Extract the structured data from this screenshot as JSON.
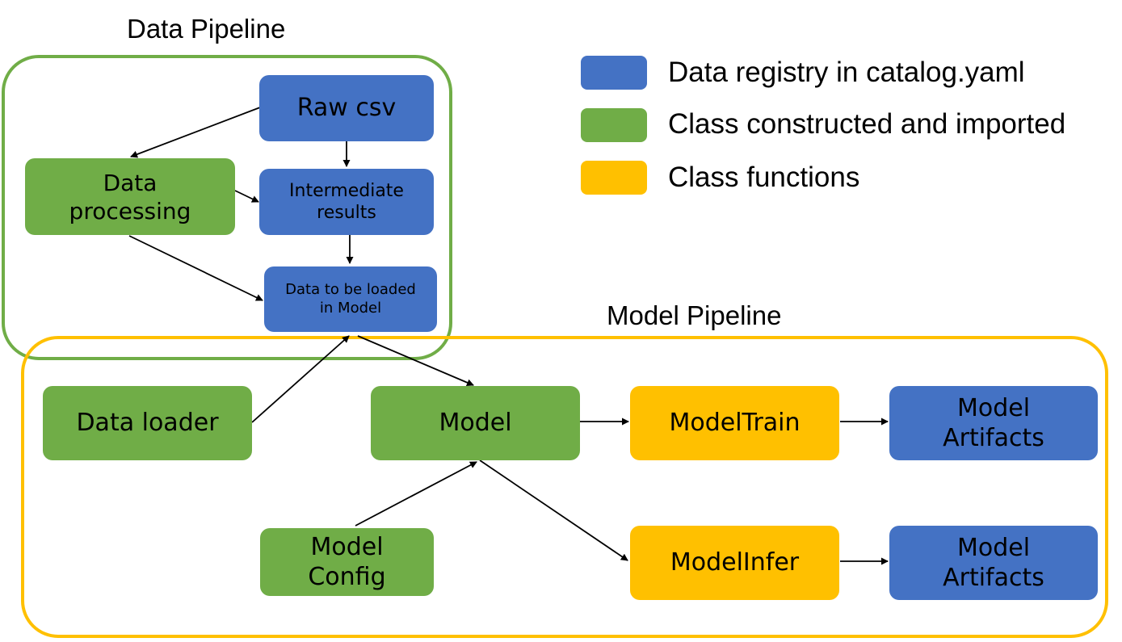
{
  "groups": {
    "data_pipeline": {
      "title": "Data Pipeline",
      "color": "#70ad47"
    },
    "model_pipeline": {
      "title": "Model Pipeline",
      "color": "#ffc000"
    }
  },
  "legend": [
    {
      "label": "Data registry in catalog.yaml",
      "color": "#4472c4"
    },
    {
      "label": "Class constructed and imported",
      "color": "#70ad47"
    },
    {
      "label": "Class functions",
      "color": "#ffc000"
    }
  ],
  "nodes": {
    "raw_csv": {
      "label": "Raw csv",
      "kind": "data-registry"
    },
    "data_processing": {
      "label": "Data processing",
      "kind": "class"
    },
    "intermediate_results": {
      "label": "Intermediate results",
      "kind": "data-registry"
    },
    "data_to_model": {
      "label": "Data to be loaded in Model",
      "kind": "data-registry"
    },
    "data_loader": {
      "label": "Data loader",
      "kind": "class"
    },
    "model": {
      "label": "Model",
      "kind": "class"
    },
    "model_train": {
      "label": "ModelTrain",
      "kind": "class-function"
    },
    "model_artifacts_train": {
      "label": "Model Artifacts",
      "kind": "data-registry"
    },
    "model_config": {
      "label": "Model Config",
      "kind": "class"
    },
    "model_infer": {
      "label": "ModelInfer",
      "kind": "class-function"
    },
    "model_artifacts_infer": {
      "label": "Model Artifacts",
      "kind": "data-registry"
    }
  },
  "edges": [
    {
      "from": "raw_csv",
      "to": "data_processing"
    },
    {
      "from": "raw_csv",
      "to": "intermediate_results"
    },
    {
      "from": "data_processing",
      "to": "intermediate_results"
    },
    {
      "from": "intermediate_results",
      "to": "data_to_model"
    },
    {
      "from": "data_processing",
      "to": "data_to_model"
    },
    {
      "from": "data_loader",
      "to": "data_to_model"
    },
    {
      "from": "data_to_model",
      "to": "model"
    },
    {
      "from": "model_config",
      "to": "model"
    },
    {
      "from": "model",
      "to": "model_train"
    },
    {
      "from": "model",
      "to": "model_infer"
    },
    {
      "from": "model_train",
      "to": "model_artifacts_train"
    },
    {
      "from": "model_infer",
      "to": "model_artifacts_infer"
    }
  ]
}
